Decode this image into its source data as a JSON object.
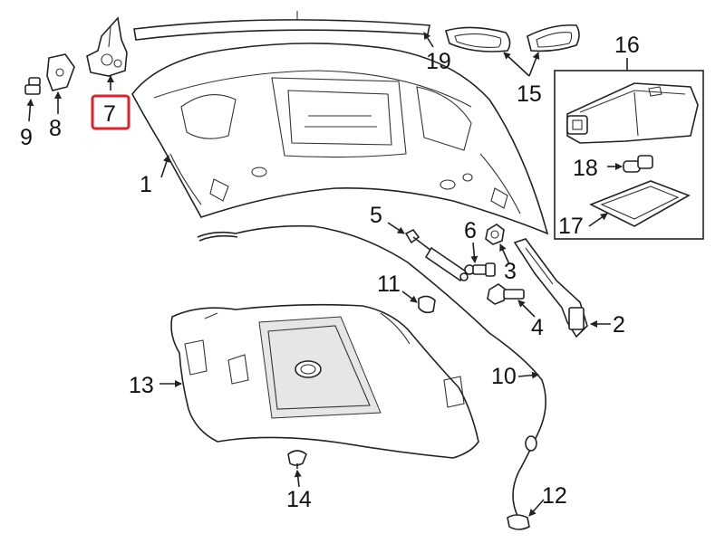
{
  "callouts": {
    "p1": "1",
    "p2": "2",
    "p3": "3",
    "p4": "4",
    "p5": "5",
    "p6": "6",
    "p7": "7",
    "p8": "8",
    "p9": "9",
    "p10": "10",
    "p11": "11",
    "p12": "12",
    "p13": "13",
    "p14": "14",
    "p15": "15",
    "p16": "16",
    "p17": "17",
    "p18": "18",
    "p19": "19"
  },
  "colors": {
    "line": "#222222",
    "highlight_box": "#e0202a",
    "background": "#ffffff"
  }
}
